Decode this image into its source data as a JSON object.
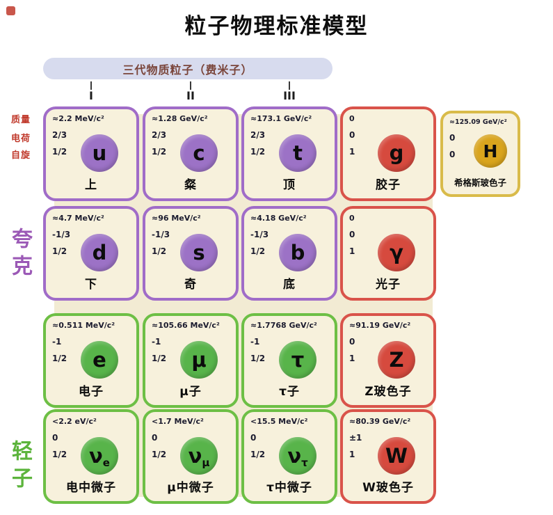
{
  "title": "粒子物理标准模型",
  "header": {
    "pill": "三代物质粒子（费米子）",
    "generations": [
      "I",
      "II",
      "III"
    ]
  },
  "property_labels": [
    "质量",
    "电荷",
    "自旋"
  ],
  "side_labels": {
    "quark": "夸克",
    "lepton": "轻子"
  },
  "colors": {
    "quark_border": "#a06cc8",
    "quark_circle": "#9c72c6",
    "lepton_border": "#6dbf45",
    "lepton_circle": "#58b44a",
    "boson_border": "#d9534a",
    "boson_circle": "#d64a3e",
    "higgs_border": "#d9bb4a",
    "higgs_circle": "#d9a41d",
    "card_bg": "#f7f1dc",
    "blob_bg": "#f2ebd3",
    "pill_bg": "#d7dbee",
    "pill_text": "#7a453a",
    "prop_label": "#c0392b",
    "quark_label": "#9b59b6",
    "lepton_label": "#5cb43c",
    "accent_red": "#c0392b"
  },
  "particles": [
    {
      "id": "u",
      "symbol": "u",
      "sub": "",
      "name": "上",
      "mass": "≈2.2 MeV/c²",
      "charge": "2/3",
      "spin": "1/2",
      "type": "quark",
      "row": 1,
      "col": 1
    },
    {
      "id": "c",
      "symbol": "c",
      "sub": "",
      "name": "粲",
      "mass": "≈1.28 GeV/c²",
      "charge": "2/3",
      "spin": "1/2",
      "type": "quark",
      "row": 1,
      "col": 2
    },
    {
      "id": "t",
      "symbol": "t",
      "sub": "",
      "name": "顶",
      "mass": "≈173.1 GeV/c²",
      "charge": "2/3",
      "spin": "1/2",
      "type": "quark",
      "row": 1,
      "col": 3
    },
    {
      "id": "gluon",
      "symbol": "g",
      "sub": "",
      "name": "胶子",
      "mass": "0",
      "charge": "0",
      "spin": "1",
      "type": "boson",
      "row": 1,
      "col": 4
    },
    {
      "id": "higgs",
      "symbol": "H",
      "sub": "",
      "name": "希格斯玻色子",
      "mass": "≈125.09 GeV/c²",
      "charge": "0",
      "spin": "0",
      "type": "higgs",
      "row": 1,
      "col": 5
    },
    {
      "id": "d",
      "symbol": "d",
      "sub": "",
      "name": "下",
      "mass": "≈4.7 MeV/c²",
      "charge": "-1/3",
      "spin": "1/2",
      "type": "quark",
      "row": 2,
      "col": 1
    },
    {
      "id": "s",
      "symbol": "s",
      "sub": "",
      "name": "奇",
      "mass": "≈96 MeV/c²",
      "charge": "-1/3",
      "spin": "1/2",
      "type": "quark",
      "row": 2,
      "col": 2
    },
    {
      "id": "b",
      "symbol": "b",
      "sub": "",
      "name": "底",
      "mass": "≈4.18 GeV/c²",
      "charge": "-1/3",
      "spin": "1/2",
      "type": "quark",
      "row": 2,
      "col": 3
    },
    {
      "id": "photon",
      "symbol": "γ",
      "sub": "",
      "name": "光子",
      "mass": "0",
      "charge": "0",
      "spin": "1",
      "type": "boson",
      "row": 2,
      "col": 4
    },
    {
      "id": "e",
      "symbol": "e",
      "sub": "",
      "name": "电子",
      "mass": "≈0.511 MeV/c²",
      "charge": "-1",
      "spin": "1/2",
      "type": "lepton",
      "row": 3,
      "col": 1
    },
    {
      "id": "mu",
      "symbol": "μ",
      "sub": "",
      "name": "μ子",
      "mass": "≈105.66 MeV/c²",
      "charge": "-1",
      "spin": "1/2",
      "type": "lepton",
      "row": 3,
      "col": 2
    },
    {
      "id": "tau",
      "symbol": "τ",
      "sub": "",
      "name": "τ子",
      "mass": "≈1.7768 GeV/c²",
      "charge": "-1",
      "spin": "1/2",
      "type": "lepton",
      "row": 3,
      "col": 3
    },
    {
      "id": "z",
      "symbol": "Z",
      "sub": "",
      "name": "Z玻色子",
      "mass": "≈91.19 GeV/c²",
      "charge": "0",
      "spin": "1",
      "type": "boson",
      "row": 3,
      "col": 4
    },
    {
      "id": "nu-e",
      "symbol": "ν",
      "sub": "e",
      "name": "电中微子",
      "mass": "<2.2 eV/c²",
      "charge": "0",
      "spin": "1/2",
      "type": "lepton",
      "row": 4,
      "col": 1
    },
    {
      "id": "nu-mu",
      "symbol": "ν",
      "sub": "μ",
      "name": "μ中微子",
      "mass": "<1.7 MeV/c²",
      "charge": "0",
      "spin": "1/2",
      "type": "lepton",
      "row": 4,
      "col": 2
    },
    {
      "id": "nu-tau",
      "symbol": "ν",
      "sub": "τ",
      "name": "τ中微子",
      "mass": "<15.5 MeV/c²",
      "charge": "0",
      "spin": "1/2",
      "type": "lepton",
      "row": 4,
      "col": 3
    },
    {
      "id": "w",
      "symbol": "W",
      "sub": "",
      "name": "W玻色子",
      "mass": "≈80.39 GeV/c²",
      "charge": "±1",
      "spin": "1",
      "type": "boson",
      "row": 4,
      "col": 4
    }
  ]
}
